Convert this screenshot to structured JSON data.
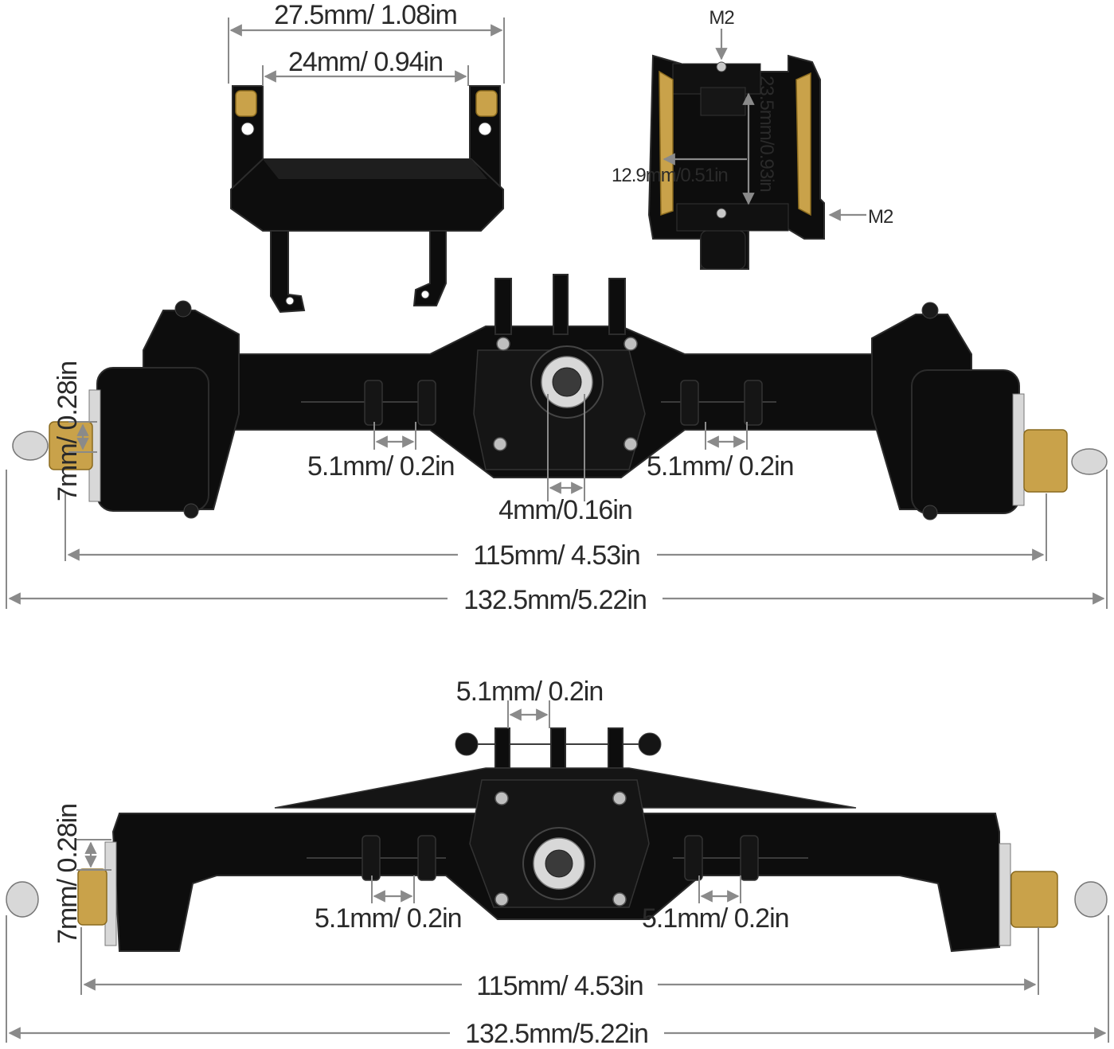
{
  "labels": {
    "top_plate_outer": "27.5mm/ 1.08im",
    "top_plate_inner": "24mm/ 0.94in",
    "bracket_top_thread": "M2",
    "bracket_side_thread": "M2",
    "bracket_height": "23.5mm/0.93in",
    "bracket_width": "12.9mm/0.51in",
    "front_hub_height": "7mm/ 0.28in",
    "front_link_left": "5.1mm/ 0.2in",
    "front_link_right": "5.1mm/ 0.2in",
    "front_pinion": "4mm/0.16in",
    "front_axle_inner": "115mm/ 4.53in",
    "front_axle_total": "132.5mm/5.22in",
    "rear_top_link": "5.1mm/ 0.2in",
    "rear_hub_height": "7mm/ 0.28in",
    "rear_link_left": "5.1mm/ 0.2in",
    "rear_link_right": "5.1mm/ 0.2in",
    "rear_axle_inner": "115mm/ 4.53in",
    "rear_axle_total": "132.5mm/5.22in"
  },
  "colors": {
    "dimension_line": "#8a8a8a",
    "text": "#2a2a2a",
    "anodized_black": "#0d0d0d",
    "brass": "#c9a24a"
  }
}
